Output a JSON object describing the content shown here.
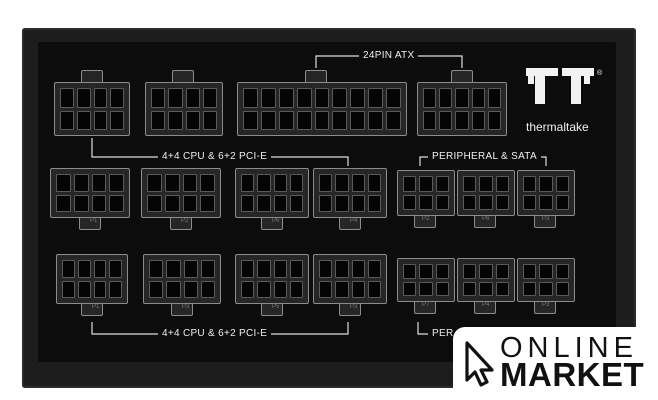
{
  "labels": {
    "atx": "24PIN ATX",
    "cpu_top": "4+4 CPU & 6+2 PCI-E",
    "peripheral_top": "PERIPHERAL & SATA",
    "cpu_bottom": "4+4 CPU & 6+2 PCI-E",
    "peripheral_bottom_visible": "PER"
  },
  "brand": {
    "name": "thermaltake",
    "logo": "thermaltake-tt-logo",
    "registered_mark": "®"
  },
  "watermark": {
    "line1": "ONLINE",
    "line2": "MARKET",
    "icon": "cursor-arrow-icon"
  },
  "port_labels": {
    "row2": [
      "P1",
      "P2",
      "P6",
      "P4",
      "P2",
      "P6",
      "P3"
    ],
    "row3": [
      "P1",
      "P3",
      "P5",
      "P3",
      "P7",
      "P4",
      "P3"
    ]
  },
  "colors": {
    "psu_body": "#1d1d1d",
    "psu_face": "#0c0c0c",
    "connector_outline": "#8c8c8c",
    "label_text": "#eeeeee",
    "watermark_bg": "#ffffff",
    "watermark_text": "#111111"
  }
}
